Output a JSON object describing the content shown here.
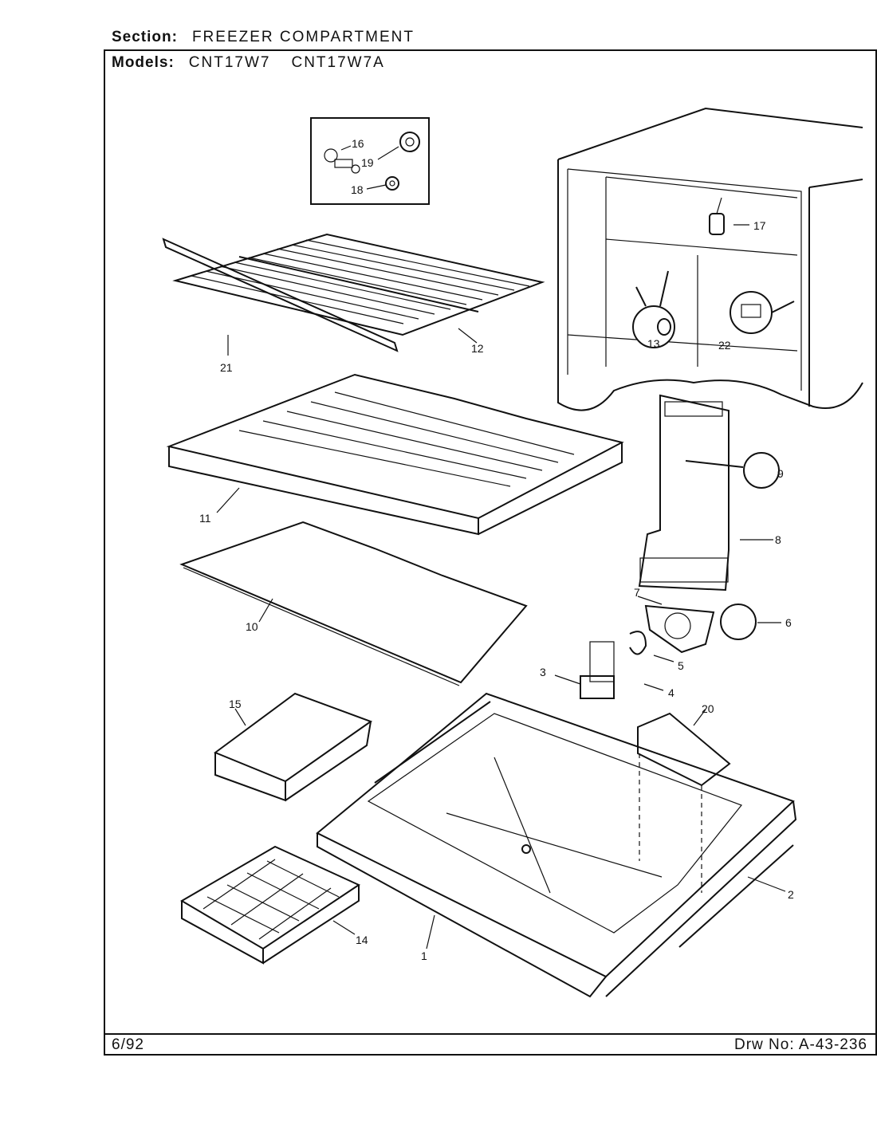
{
  "header": {
    "section_label": "Section:",
    "section_value": "FREEZER COMPARTMENT",
    "models_label": "Models:",
    "model_1": "CNT17W7",
    "model_2": "CNT17W7A"
  },
  "footer": {
    "date": "6/92",
    "drawing_number": "Drw No: A-43-236"
  },
  "callouts": {
    "c1": "1",
    "c2": "2",
    "c3": "3",
    "c4": "4",
    "c5": "5",
    "c6": "6",
    "c7": "7",
    "c8": "8",
    "c9": "9",
    "c10": "10",
    "c11": "11",
    "c12": "12",
    "c13": "13",
    "c14": "14",
    "c15": "15",
    "c16": "16",
    "c17": "17",
    "c18": "18",
    "c19": "19",
    "c20": "20",
    "c21": "21",
    "c22": "22"
  }
}
